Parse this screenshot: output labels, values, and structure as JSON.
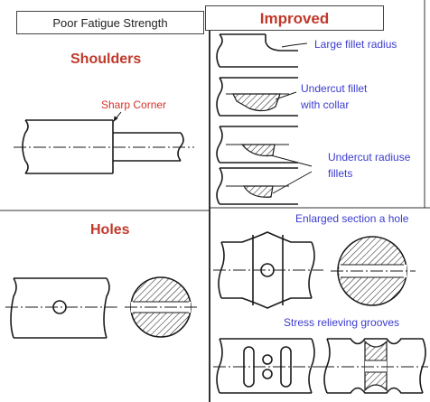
{
  "header": {
    "left_label": "Poor Fatigue Strength",
    "right_label": "Improved"
  },
  "sections": {
    "shoulders": "Shoulders",
    "holes": "Holes"
  },
  "annotations": {
    "sharp_corner": "Sharp Corner",
    "large_fillet": "Large fillet radius",
    "undercut_collar_1": "Undercut fillet",
    "undercut_collar_2": "with collar",
    "undercut_radius_1": "Undercut radiuse",
    "undercut_radius_2": "fillets",
    "enlarged_section": "Enlarged section a hole",
    "stress_grooves": "Stress relieving grooves"
  },
  "colors": {
    "heading_red": "#c0392b",
    "label_red": "#d6332a",
    "label_blue": "#3b3bd0",
    "line": "#1a1a1a"
  }
}
